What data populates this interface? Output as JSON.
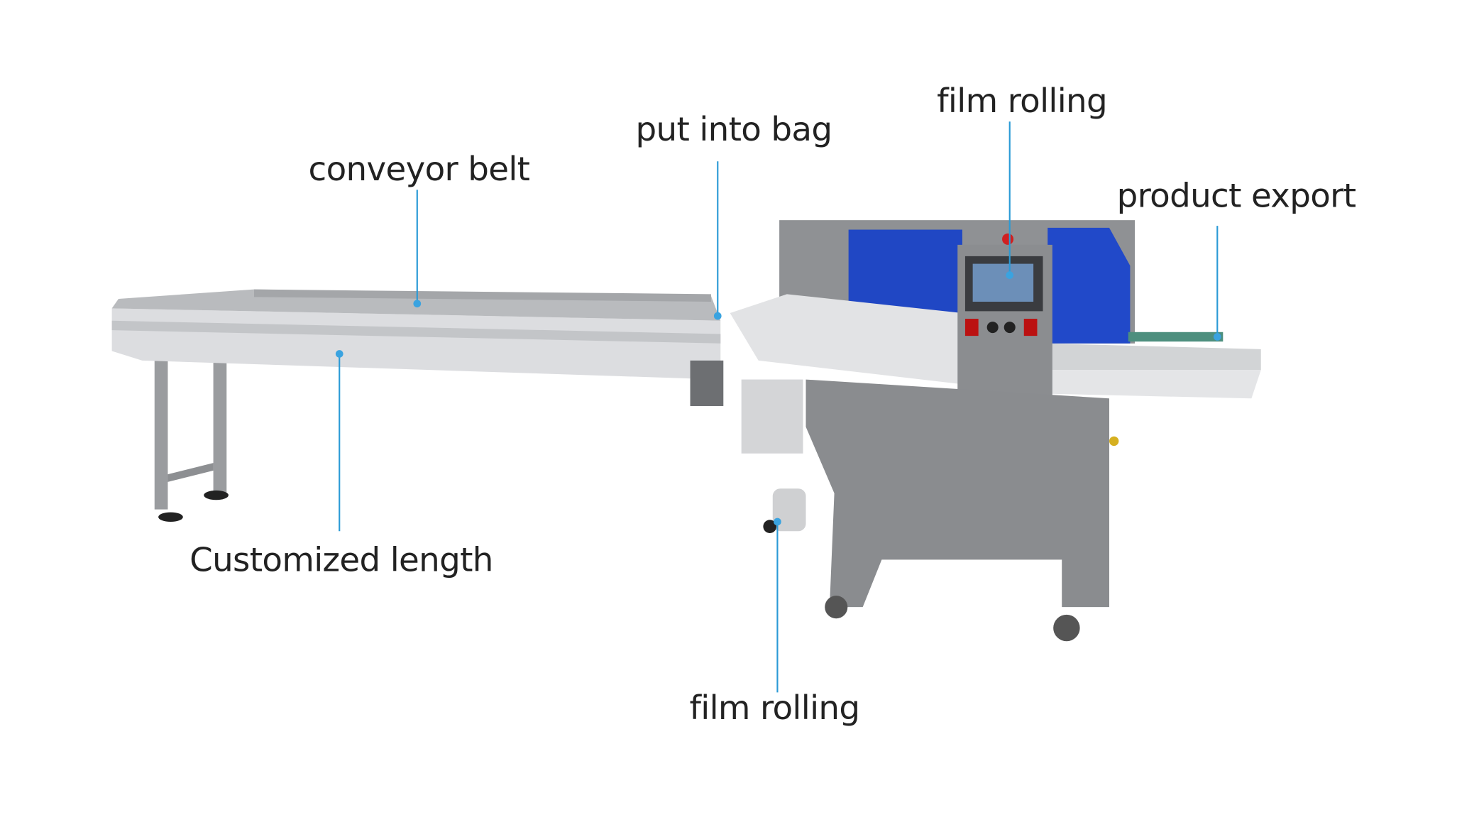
{
  "labels": {
    "conveyor_belt": "conveyor belt",
    "put_into_bag": "put into bag",
    "film_rolling_top": "film rolling",
    "product_export": "product export",
    "customized_length": "Customized length",
    "film_rolling_bottom": "film rolling"
  },
  "colors": {
    "leader": "#2a9ad6",
    "steel": "#c9cbce",
    "blue_cover": "#1f47c8"
  }
}
